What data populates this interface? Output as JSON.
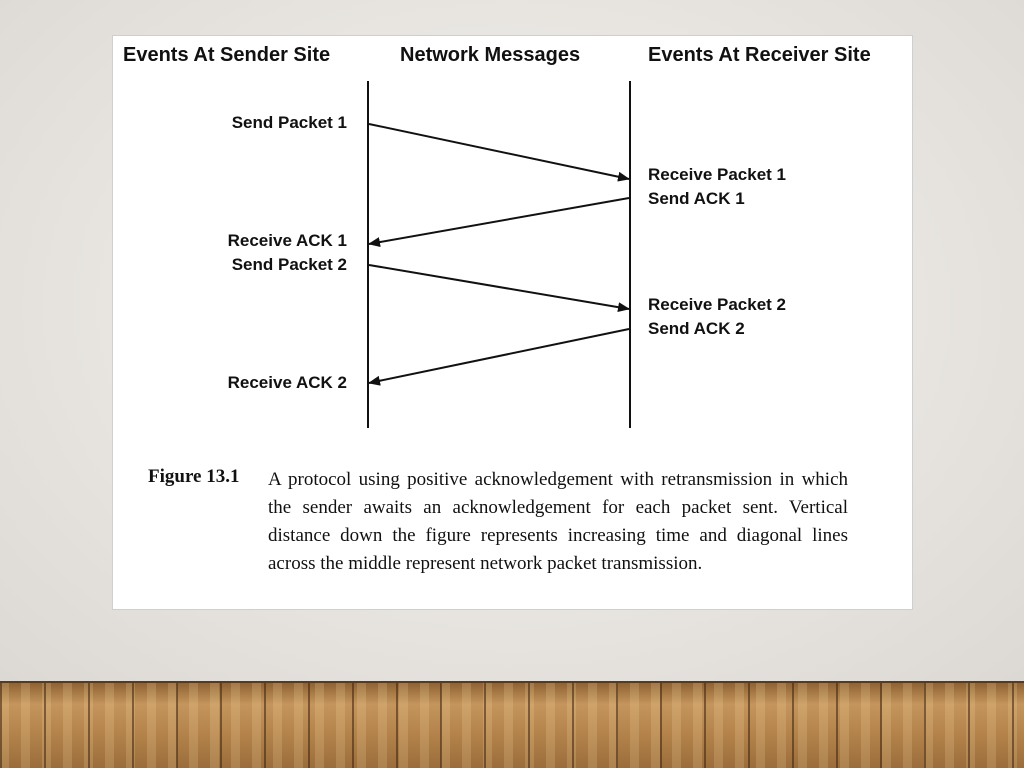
{
  "headers": {
    "sender": "Events At Sender Site",
    "network": "Network Messages",
    "receiver": "Events At Receiver Site"
  },
  "sender_events": [
    "Send Packet 1",
    "Receive ACK 1",
    "Send Packet 2",
    "Receive ACK 2"
  ],
  "receiver_events": [
    "Receive Packet 1",
    "Send ACK 1",
    "Receive Packet 2",
    "Send ACK 2"
  ],
  "caption": {
    "label": "Figure 13.1",
    "text": "A protocol using positive acknowledgement with retransmission in which the sender awaits an acknowledgement for each packet sent. Vertical distance down the figure represents increasing time and diagonal lines across the middle represent network packet transmission."
  },
  "colors": {
    "ink": "#111111",
    "card": "#ffffff"
  }
}
